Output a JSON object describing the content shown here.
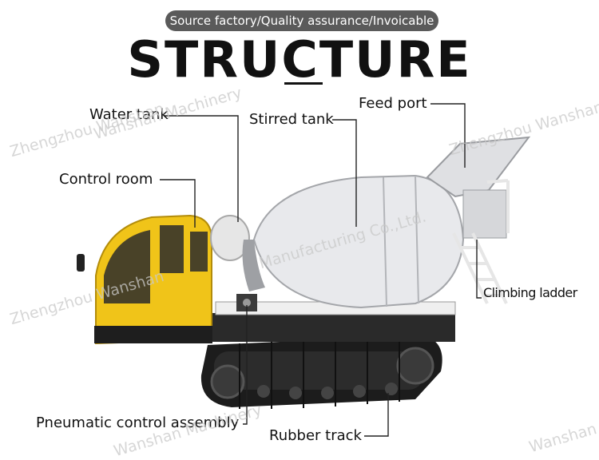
{
  "banner": {
    "text": "Source factory/Quality assurance/Invoicable"
  },
  "title": "STRUCTURE",
  "labels": {
    "water_tank": "Water tank",
    "stirred_tank": "Stirred tank",
    "feed_port": "Feed port",
    "control_room": "Control room",
    "climbing_ladder": "Climbing ladder",
    "pneumatic_control_assembly": "Pneumatic control assembly",
    "rubber_track": "Rubber track"
  },
  "watermarks": {
    "w1": "Zhengzhou Wanshan",
    "w2": "Zhengzhou Wanshan",
    "w3": "Manufacturing Co.,Ltd.",
    "w4": "Zhengzhou Wanshan",
    "w5": "Wanshan Machinery",
    "w6": "Wanshan Machinery",
    "w7": "Wanshan"
  },
  "colors": {
    "cab": "#f0c419",
    "drum": "#e8e9ec",
    "track": "#1c1c1c",
    "frame": "#2a2a2a",
    "banner": "#5a5a5a"
  }
}
